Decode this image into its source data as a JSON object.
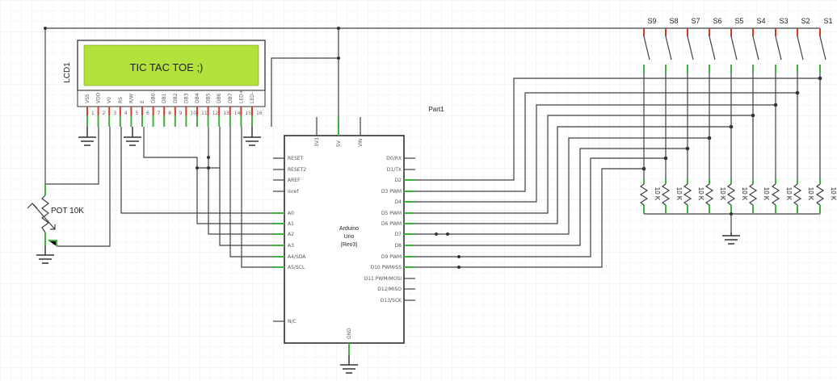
{
  "lcd": {
    "ref": "LCD1",
    "display_text": "TIC TAC TOE ;)",
    "pins": [
      "VSS",
      "VDD",
      "V0",
      "RS",
      "R/W",
      "E",
      "DB0",
      "DB1",
      "DB2",
      "DB3",
      "DB4",
      "DB5",
      "DB6",
      "DB7",
      "LED+",
      "LED-"
    ],
    "pin_numbers": [
      "1",
      "2",
      "3",
      "4",
      "5",
      "6",
      "7",
      "8",
      "9",
      "10",
      "11",
      "12",
      "13",
      "14",
      "15",
      "16"
    ],
    "screen_color": "#b4e23c"
  },
  "pot": {
    "label": "POT 10K"
  },
  "arduino": {
    "part_label": "Part1",
    "name_lines": [
      "Arduino",
      "Uno",
      "(Rev3)"
    ],
    "top_pins": [
      "3V3",
      "5V",
      "VIN"
    ],
    "left_pins": [
      "RESET",
      "RESET2",
      "AREF",
      "ioref",
      "A0",
      "A1",
      "A2",
      "A3",
      "A4/SDA",
      "A5/SCL",
      "N/C"
    ],
    "right_pins": [
      "D0/RX",
      "D1/TX",
      "D2",
      "D3 PWM",
      "D4",
      "D5 PWM",
      "D6 PWM",
      "D7",
      "D8",
      "D9 PWM",
      "D10 PWM/SS",
      "D11 PWM/MOSI",
      "D12/MISO",
      "D13/SCK"
    ],
    "bottom_pin": "GND"
  },
  "switches": [
    "S9",
    "S8",
    "S7",
    "S6",
    "S5",
    "S4",
    "S3",
    "S2",
    "S1"
  ],
  "resistors": {
    "label": "10 K",
    "count": 9
  },
  "colors": {
    "wire": "#404040",
    "pin_red": "#d23a2a",
    "pin_green": "#3fb03f",
    "grid": "#e4e4e4"
  }
}
